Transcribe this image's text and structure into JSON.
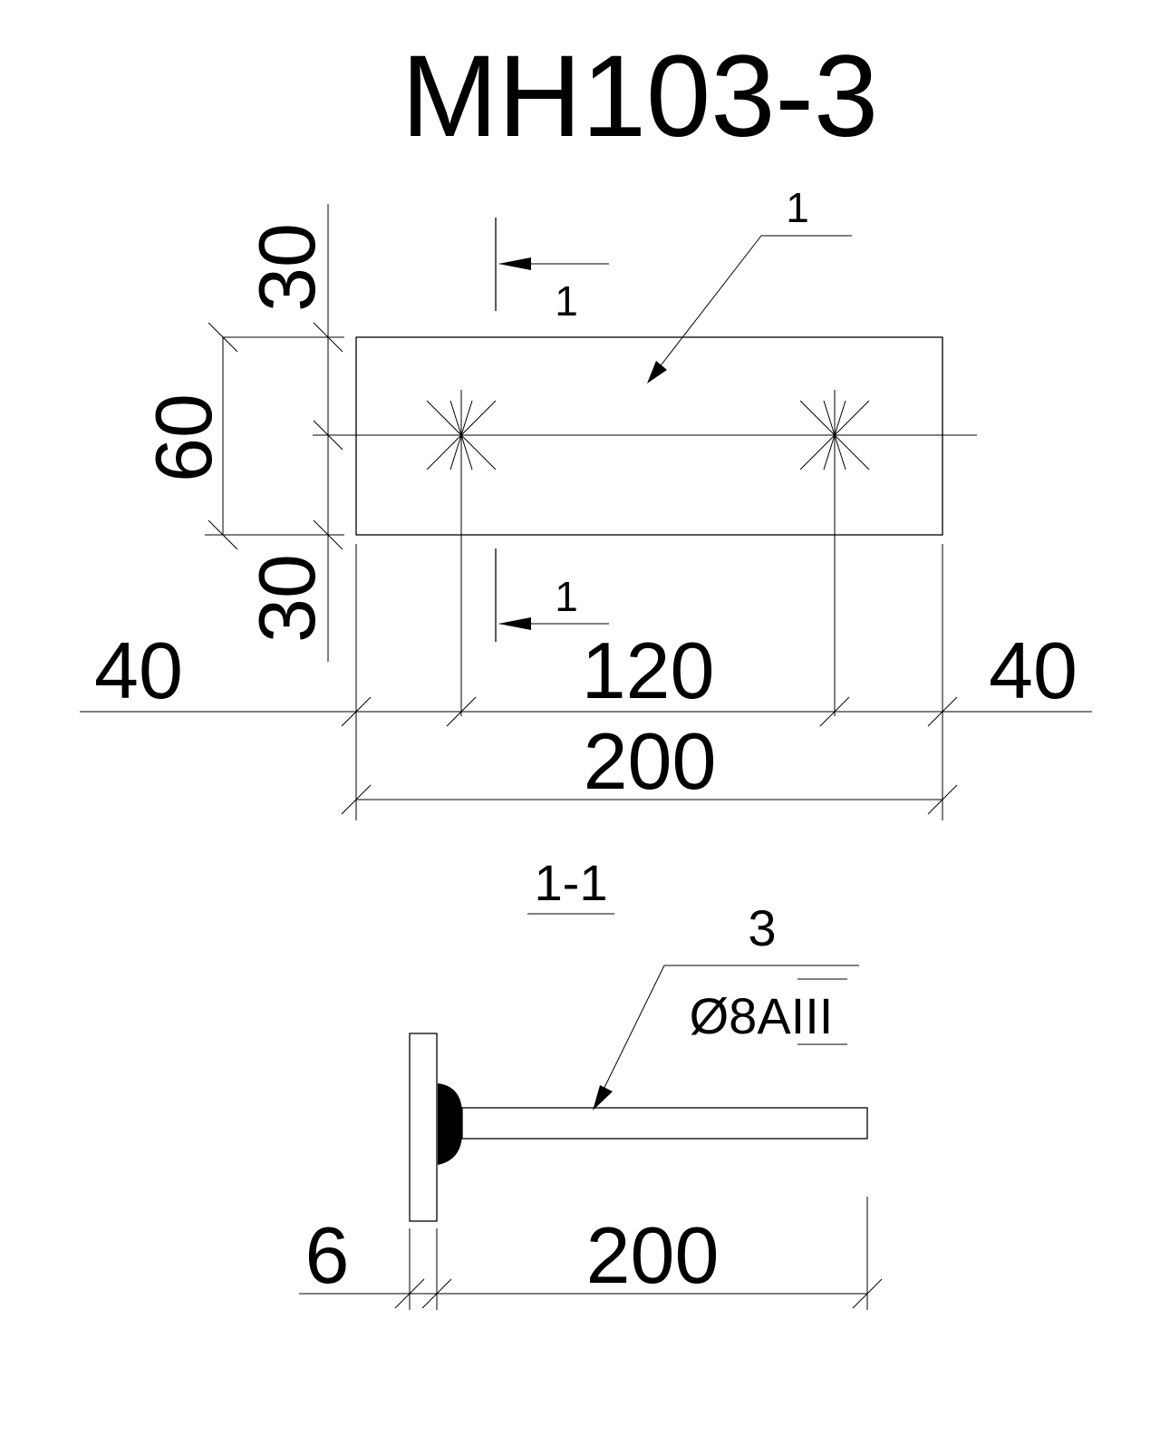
{
  "title": "MH103-3",
  "plan_view": {
    "callout_part": "1",
    "section_mark_top": "1",
    "section_mark_bottom": "1",
    "dim_top": "30",
    "dim_height": "60",
    "dim_bottom": "30",
    "dim_left": "40",
    "dim_middle": "120",
    "dim_right": "40",
    "dim_total": "200"
  },
  "section_view": {
    "section_label": "1-1",
    "callout_part": "3",
    "callout_spec": "Ø8AIII",
    "dim_plate": "6",
    "dim_length": "200"
  }
}
